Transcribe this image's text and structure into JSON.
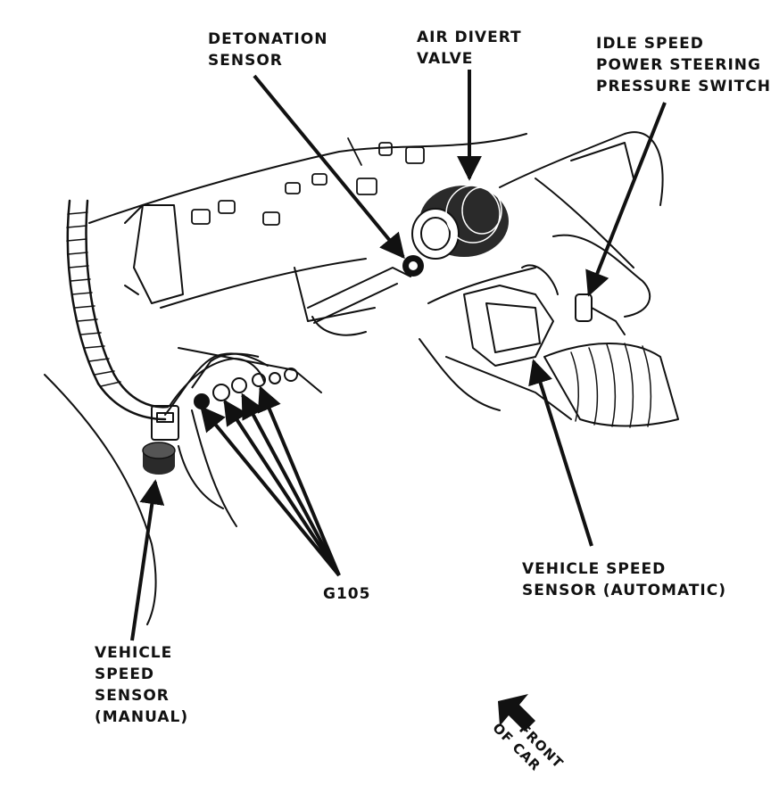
{
  "colors": {
    "ink": "#111111",
    "background": "#ffffff",
    "shade": "#2a2a2a"
  },
  "labels": {
    "detonation_sensor": [
      "DETONATION",
      "SENSOR"
    ],
    "air_divert_valve": [
      "AIR DIVERT",
      "VALVE"
    ],
    "idle_speed_switch": [
      "IDLE SPEED",
      "POWER STEERING",
      "PRESSURE SWITCH"
    ],
    "vss_automatic": [
      "VEHICLE SPEED",
      "SENSOR (AUTOMATIC)"
    ],
    "g105": [
      "G105"
    ],
    "vss_manual": [
      "VEHICLE",
      "SPEED",
      "SENSOR",
      "(MANUAL)"
    ],
    "front_of_car": [
      "FRONT",
      "OF CAR"
    ]
  }
}
